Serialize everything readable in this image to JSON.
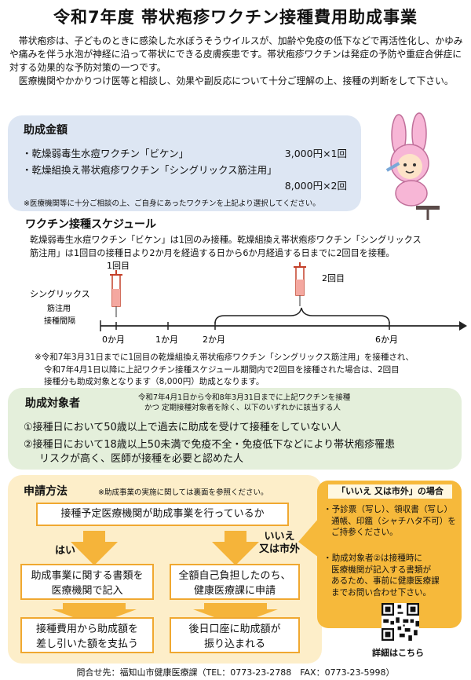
{
  "title": "令和7年度 帯状疱疹ワクチン接種費用助成事業",
  "intro": [
    "帯状疱疹は、子どものときに感染した水ぼうそうウイルスが、加齢や免疫の低下などで再活性化し、かゆみや痛みを伴う水泡が神経に沿って帯状にできる皮膚疾患です。帯状疱疹ワクチンは発症の予防や重症合併症に対する効果的な予防対策の一つです。",
    "医療機関やかかりつけ医等と相談し、効果や副反応について十分ご理解の上、接種の判断をして下さい。"
  ],
  "amount": {
    "heading": "助成金額",
    "rows": [
      {
        "label": "・乾燥弱毒生水痘ワクチン「ビケン」",
        "price": "3,000円×1回"
      },
      {
        "label": "・乾燥組換え帯状疱疹ワクチン「シングリックス筋注用」",
        "price": "8,000円×2回"
      }
    ],
    "note": "※医療機関等に十分ご相談の上、ご自身にあったワクチンを上記より選択してください。"
  },
  "schedule": {
    "heading": "ワクチン接種スケジュール",
    "desc": [
      "乾燥弱毒生水痘ワクチン「ビケン」は1回のみ接種。乾燥組換え帯状疱疹ワクチン「シングリックス",
      "筋注用」は1回目の接種日より2か月を経過する日から6か月経過する日までに2回目を接種。"
    ],
    "diagram": {
      "label_lines": [
        "シングリックス",
        "筋注用",
        "接種間隔"
      ],
      "dose1": "1回目",
      "dose2": "2回目",
      "ticks": [
        "0か月",
        "1か月",
        "2か月",
        "6か月"
      ]
    },
    "note": [
      "※令和7年3月31日までに1回目の乾燥組換え帯状疱疹ワクチン「シングリックス筋注用」を接種され、",
      "令和7年4月1日以降に上記ワクチン接種スケジュール期間内で2回目を接種された場合は、2回目",
      "接種分も助成対象となります（8,000円）助成となります。"
    ]
  },
  "target": {
    "heading": "助成対象者",
    "note": [
      "令和7年4月1日から令和8年3月31日までに上記ワクチンを接種",
      "かつ 定期接種対象者を除く、以下のいずれかに該当する人"
    ],
    "items": [
      "①接種日において50歳以上で過去に助成を受けて接種をしていない人",
      "②接種日において18歳以上50未満で免疫不全・免疫低下などにより帯状疱疹罹患",
      "リスクが高く、医師が接種を必要と認めた人"
    ]
  },
  "application": {
    "heading": "申請方法",
    "note": "※助成事業の実施に関しては裏面を参照ください。",
    "question": "接種予定医療機関が助成事業を行っているか",
    "yes": "はい",
    "no_lines": [
      "いいえ",
      "又は市外"
    ],
    "yes_steps": [
      [
        "助成事業に関する書類を",
        "医療機関で記入"
      ],
      [
        "接種費用から助成額を",
        "差し引いた額を支払う"
      ]
    ],
    "no_steps": [
      [
        "全額自己負担したのち、",
        "健康医療課に申請"
      ],
      [
        "後日口座に助成額が",
        "振り込まれる"
      ]
    ],
    "side_title": "「いいえ 又は市外」の場合",
    "side_items": [
      [
        "・予診票（写し）、領収書（写し）",
        "通帳、印鑑（シャチハタ不可）を",
        "ご持参ください。"
      ],
      [
        "・助成対象者②は接種時に",
        "医療機関が記入する書類が",
        "あるため、事前に健康医療課",
        "までお問い合わせ下さい。"
      ]
    ],
    "qr_label": "詳細はこちら"
  },
  "footer": "問合せ先：福知山市健康医療課（TEL：0773-23-2788　FAX：0773-23-5998）",
  "colors": {
    "amount_bg": "#dde6f3",
    "target_bg": "#e4efdb",
    "app_bg": "#fdeec9",
    "accent": "#f0a830",
    "side_bg": "#f6b93b"
  }
}
